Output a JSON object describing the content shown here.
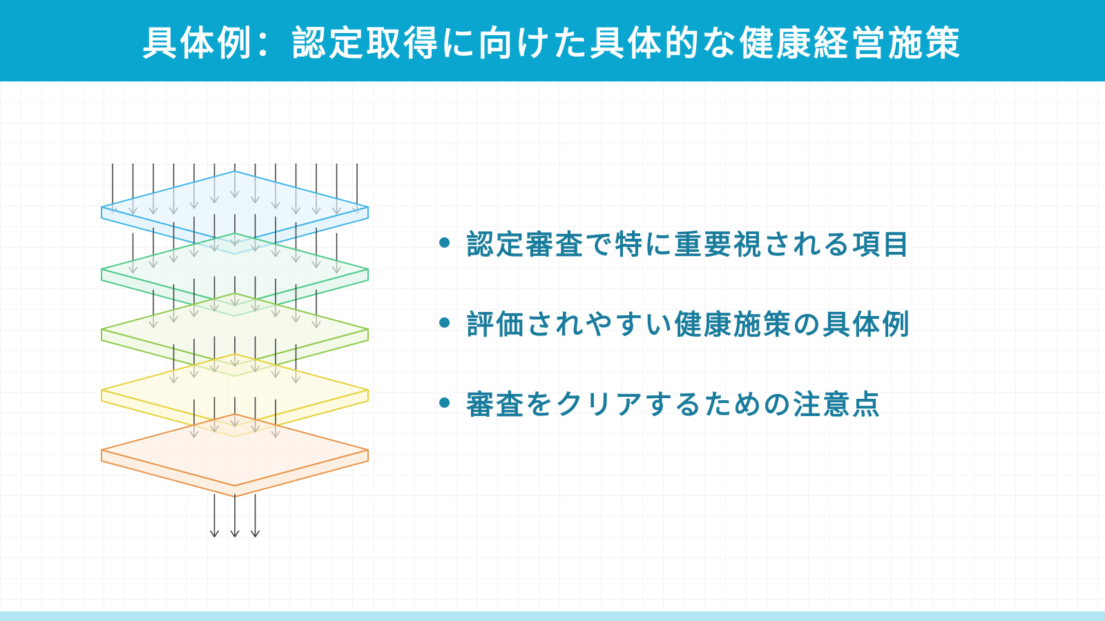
{
  "header": {
    "title": "具体例：認定取得に向けた具体的な健康経営施策"
  },
  "bullets": [
    "認定審査で特に重要視される項目",
    "評価されやすい健康施策の具体例",
    "審査をクリアするための注意点"
  ],
  "diagram": {
    "layers": [
      {
        "fill": "#e3f4fd",
        "stroke": "#3fb5e5",
        "arrows_above": 13
      },
      {
        "fill": "#e6f7ee",
        "stroke": "#4dc98a",
        "arrows_above": 11
      },
      {
        "fill": "#f1f8e4",
        "stroke": "#8fc94a",
        "arrows_above": 9
      },
      {
        "fill": "#fdf9dc",
        "stroke": "#e6d13a",
        "arrows_above": 7
      },
      {
        "fill": "#fdeee0",
        "stroke": "#e8944a",
        "arrows_above": 5
      }
    ],
    "arrows_below": 3,
    "arrow_color": "#444444"
  },
  "colors": {
    "header_bg": "#0aa6cf",
    "header_text": "#ffffff",
    "bullet_dot": "#1a86a8",
    "bullet_text": "#1a7c9c",
    "footer_bar": "#b5e6f3"
  }
}
